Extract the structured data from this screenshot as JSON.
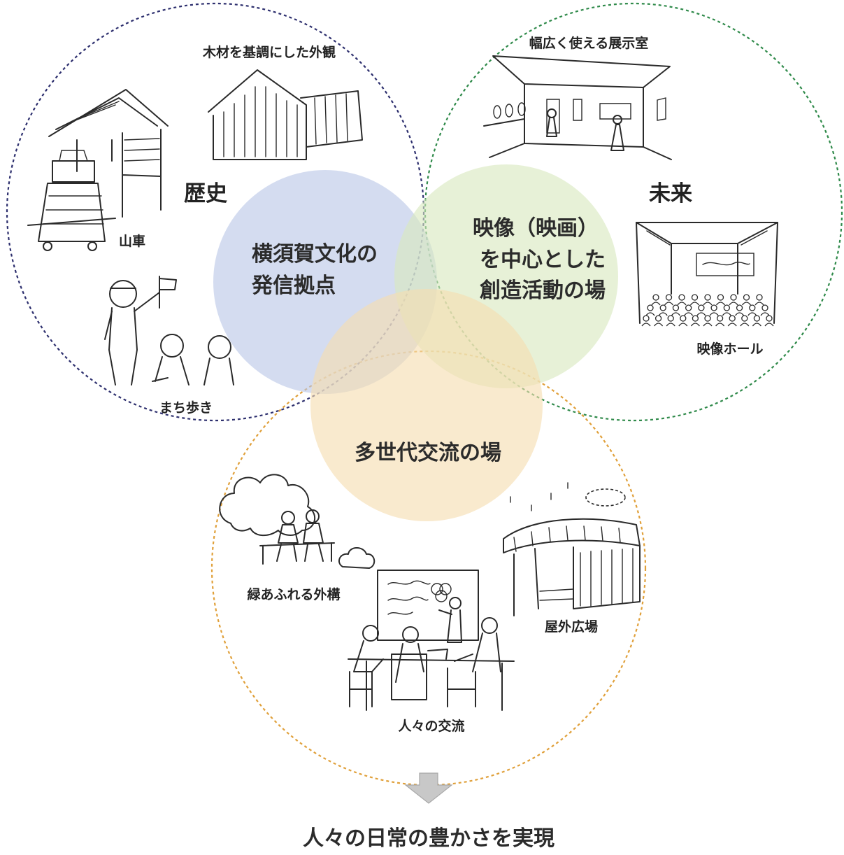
{
  "colors": {
    "history_ring": "#2d2f6e",
    "future_ring": "#2f8a4a",
    "exchange_ring": "#e0a03a",
    "culture_fill": "#b9c6e6",
    "cinema_fill": "#d8e8bf",
    "exchange_fill": "#f6ddb0",
    "arrow_fill": "#c8c8c8"
  },
  "rings": {
    "history": {
      "title": "歴史",
      "labels": {
        "wood_exterior": "木材を基調にした外観",
        "float": "山車",
        "town_walk": "まち歩き"
      }
    },
    "future": {
      "title": "未来",
      "labels": {
        "exhibition_room": "幅広く使える展示室",
        "film_hall": "映像ホール"
      }
    },
    "exchange": {
      "labels": {
        "green_exterior": "緑あふれる外構",
        "outdoor_plaza": "屋外広場",
        "people_exchange": "人々の交流"
      }
    }
  },
  "center_circles": {
    "culture": {
      "line1": "横須賀文化の",
      "line2": "発信拠点"
    },
    "cinema": {
      "line1": "映像（映画）",
      "line2": "を中心とした",
      "line3": "創造活動の場"
    },
    "exchange": {
      "line1": "多世代交流の場"
    }
  },
  "conclusion": "人々の日常の豊かさを実現",
  "icons": [
    "down-arrow-icon"
  ]
}
